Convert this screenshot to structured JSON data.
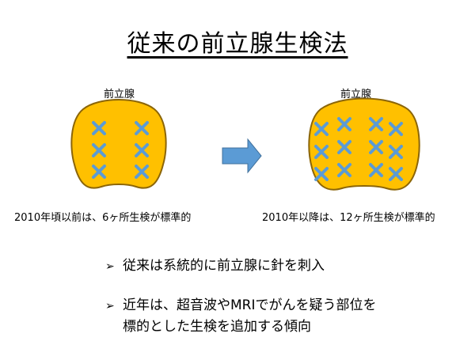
{
  "title": "従来の前立腺生検法",
  "left": {
    "label": "前立腺",
    "caption": "2010年頃以前は、6ヶ所生検が標準的"
  },
  "right": {
    "label": "前立腺",
    "caption": "2010年以降は、12ヶ所生検が標準的"
  },
  "bullets": [
    {
      "line1": "従来は系統的に前立腺に針を刺入",
      "line2": ""
    },
    {
      "line1": "近年は、超音波やMRIでがんを疑う部位を",
      "line2": "標的とした生検を追加する傾向"
    }
  ],
  "colors": {
    "gland_fill": "#FFC000",
    "gland_stroke": "#8B6508",
    "marker": "#5B9BD5",
    "arrow": "#5B9BD5"
  }
}
